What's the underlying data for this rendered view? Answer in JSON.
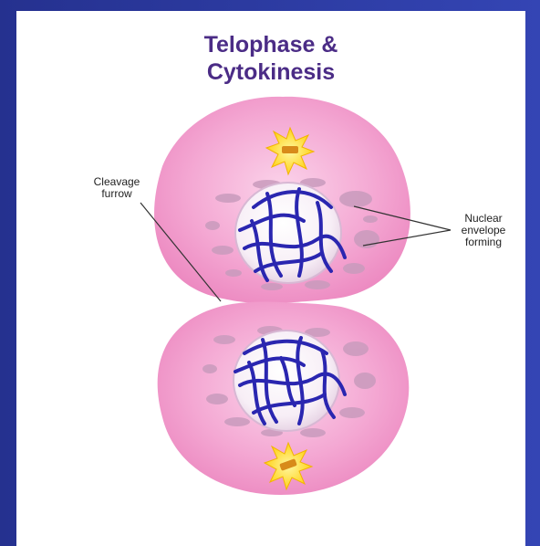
{
  "title": {
    "line1": "Telophase &",
    "line2": "Cytokinesis"
  },
  "labels": {
    "cleavage_line1": "Cleavage",
    "cleavage_line2": "furrow",
    "nuclear_line1": "Nuclear",
    "nuclear_line2": "envelope",
    "nuclear_line3": "forming"
  },
  "colors": {
    "frame": "#2c3aa0",
    "title": "#4b2c86",
    "cell": "#f3a3d0",
    "nucleus": "#ffffff",
    "chromosome": "#2a26b0",
    "centrosome": "#ffe23a"
  }
}
